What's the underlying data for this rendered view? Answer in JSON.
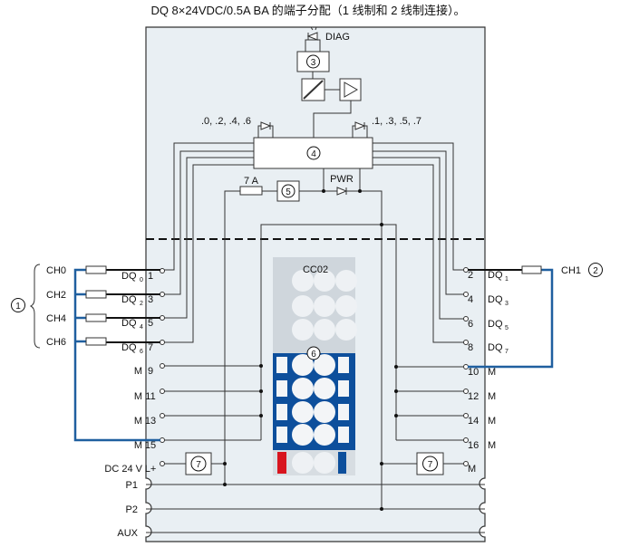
{
  "title": "DQ 8×24VDC/0.5A BA 的端子分配（1 线制和 2 线制连接）。",
  "module": {
    "diag_label": "DIAG",
    "pwr_label": "PWR",
    "fuse_label": "7 A",
    "even_led_label": ".0, .2, .4, .6",
    "odd_led_label": ".1, .3, .5, .7",
    "connector_label": "CC02",
    "callouts": {
      "c1": "1",
      "c2": "2",
      "c3": "3",
      "c4": "4",
      "c5": "5",
      "c6": "6",
      "c7": "7"
    }
  },
  "left_terminals": [
    {
      "name": "DQ",
      "sub": "0",
      "num": "1"
    },
    {
      "name": "DQ",
      "sub": "2",
      "num": "3"
    },
    {
      "name": "DQ",
      "sub": "4",
      "num": "5"
    },
    {
      "name": "DQ",
      "sub": "6",
      "num": "7"
    },
    {
      "name": "M",
      "num": "9"
    },
    {
      "name": "M",
      "num": "11"
    },
    {
      "name": "M",
      "num": "13"
    },
    {
      "name": "M",
      "num": "15"
    },
    {
      "name": "DC 24 V",
      "num": "L+"
    }
  ],
  "right_terminals": [
    {
      "name": "DQ",
      "sub": "1",
      "num": "2"
    },
    {
      "name": "DQ",
      "sub": "3",
      "num": "4"
    },
    {
      "name": "DQ",
      "sub": "5",
      "num": "6"
    },
    {
      "name": "DQ",
      "sub": "7",
      "num": "8"
    },
    {
      "name": "M",
      "num": "10"
    },
    {
      "name": "M",
      "num": "12"
    },
    {
      "name": "M",
      "num": "14"
    },
    {
      "name": "M",
      "num": "16"
    },
    {
      "name": "",
      "num": "M"
    }
  ],
  "bus": [
    "P1",
    "P2",
    "AUX"
  ],
  "channels_left": [
    "CH0",
    "CH2",
    "CH4",
    "CH6"
  ],
  "channel_right": "CH1",
  "colors": {
    "wire_blue": "#1f5f9f",
    "module_bg": "#e9eff3",
    "red": "#d8141e",
    "connector_blue": "#0d4f9c"
  }
}
